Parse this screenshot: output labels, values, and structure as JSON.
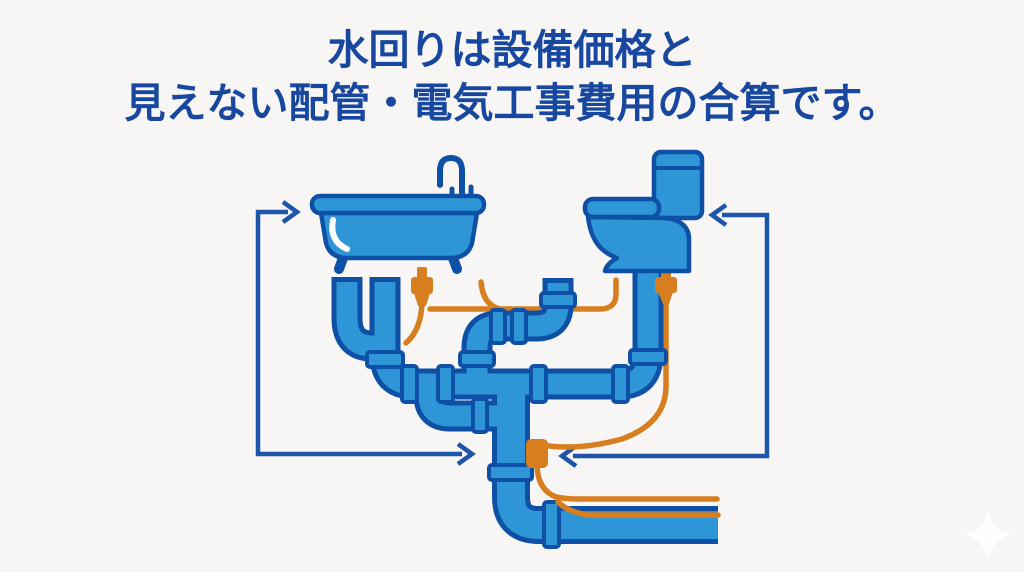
{
  "headline": {
    "line1": "水回りは設備価格と",
    "line2": "見えない配管・電気工事費用の合算です。"
  },
  "illustration": {
    "fixtures": {
      "left": "bathtub",
      "right": "toilet"
    },
    "icons": [
      "bathtub-icon",
      "faucet-icon",
      "toilet-icon",
      "pipe-network",
      "pipe-coupling",
      "electrical-wire",
      "power-plug-connector",
      "arrow-loop-left",
      "arrow-loop-right",
      "sparkle-icon"
    ]
  },
  "colors": {
    "background": "#f8f6f4",
    "headline": "#17479e",
    "pipe_fill": "#2e96d6",
    "pipe_outline": "#0e50a5",
    "wire": "#d77e1f",
    "arrow": "#1d55a9",
    "highlight": "#ffffff"
  }
}
